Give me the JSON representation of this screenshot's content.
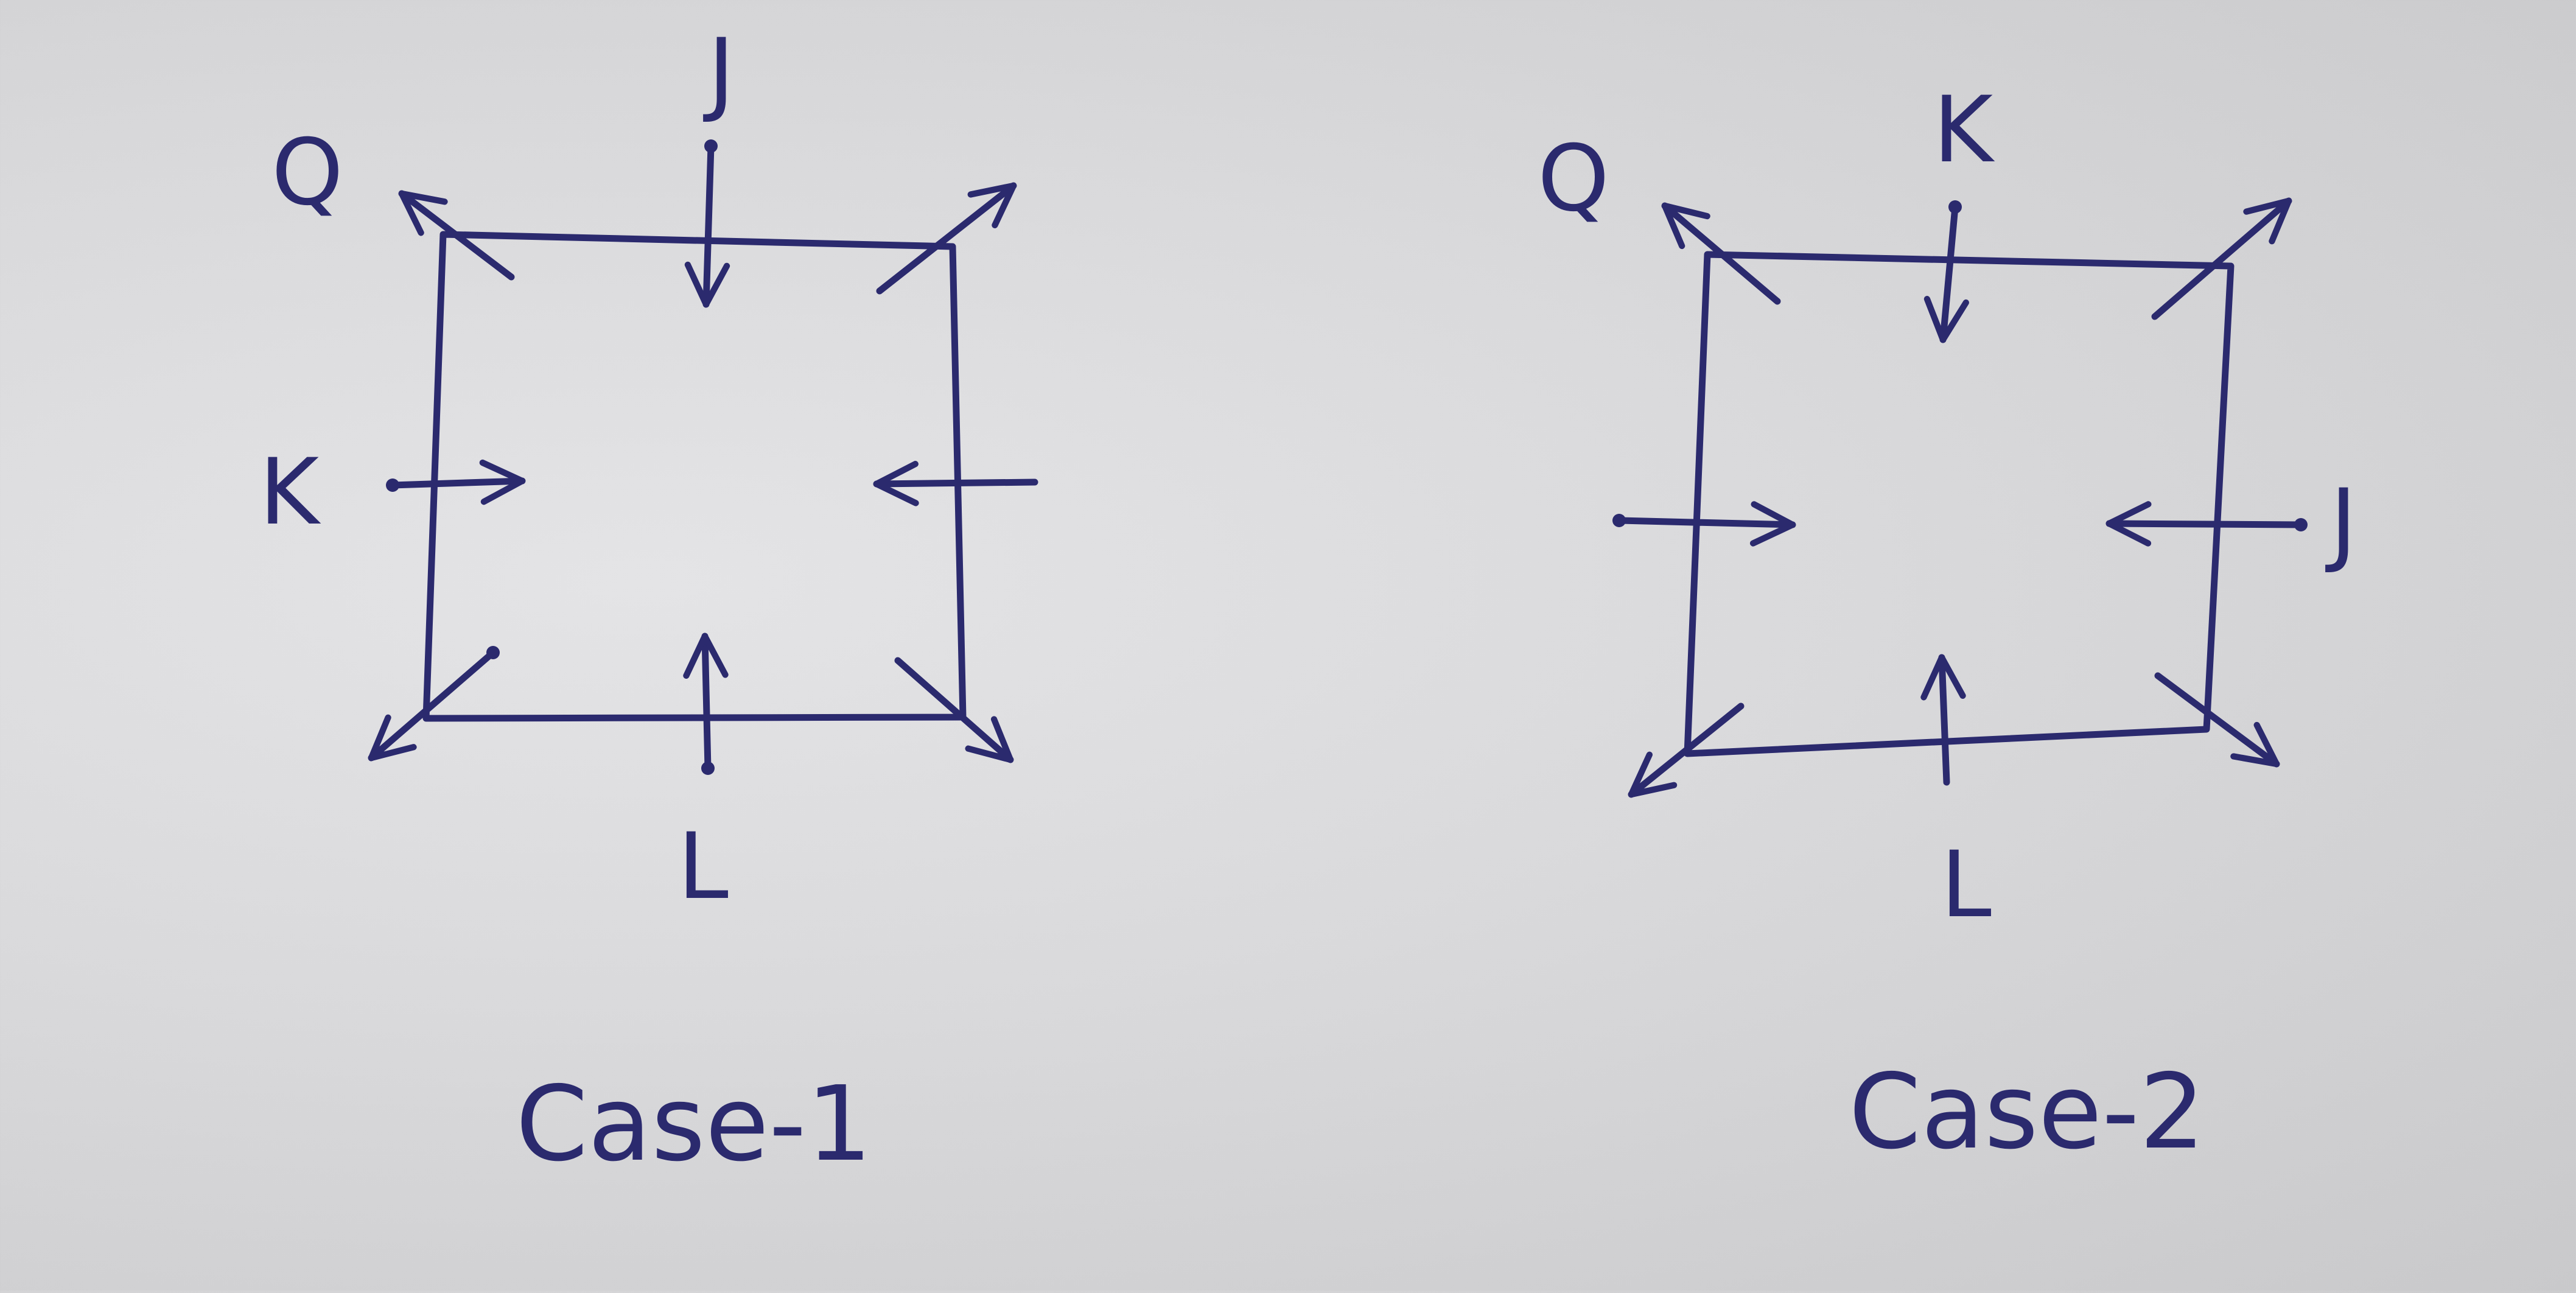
{
  "ink_color": "#2b2a6e",
  "paper_color": "#dcdcde",
  "diagrams": [
    {
      "caption": "Case-1",
      "labels": {
        "corner": "Q",
        "top": "J",
        "left": "K",
        "bottom": "L"
      }
    },
    {
      "caption": "Case-2",
      "labels": {
        "corner": "Q",
        "top": "K",
        "right": "J",
        "bottom": "L"
      }
    }
  ]
}
